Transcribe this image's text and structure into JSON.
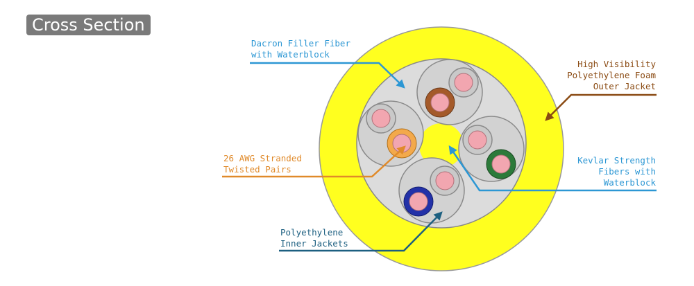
{
  "title": "Cross Section",
  "colors": {
    "outer_jacket": "#ffff1f",
    "core": "#dcdcdc",
    "sub_jacket": "#cfcfcf",
    "pink": "#f2a6b0",
    "orange_ring": "#f3a94b",
    "brown_ring": "#a45a2a",
    "green_ring": "#2c7a3a",
    "blue_ring": "#2331a8",
    "callout_blue": "#2c97d4",
    "callout_orange": "#e08a2a",
    "callout_brown": "#8a4a12",
    "callout_navy": "#1c5f80"
  },
  "callouts": {
    "dacron": {
      "line1": "Dacron Filler Fiber",
      "line2": "with Waterblock"
    },
    "outer_jacket": {
      "line1": "High Visibility",
      "line2": "Polyethylene Foam",
      "line3": "Outer Jacket"
    },
    "pairs": {
      "line1": "26 AWG Stranded",
      "line2": "Twisted Pairs"
    },
    "kevlar": {
      "line1": "Kevlar Strength",
      "line2": "Fibers with",
      "line3": "Waterblock"
    },
    "inner_jackets": {
      "line1": "Polyethylene",
      "line2": "Inner Jackets"
    }
  }
}
